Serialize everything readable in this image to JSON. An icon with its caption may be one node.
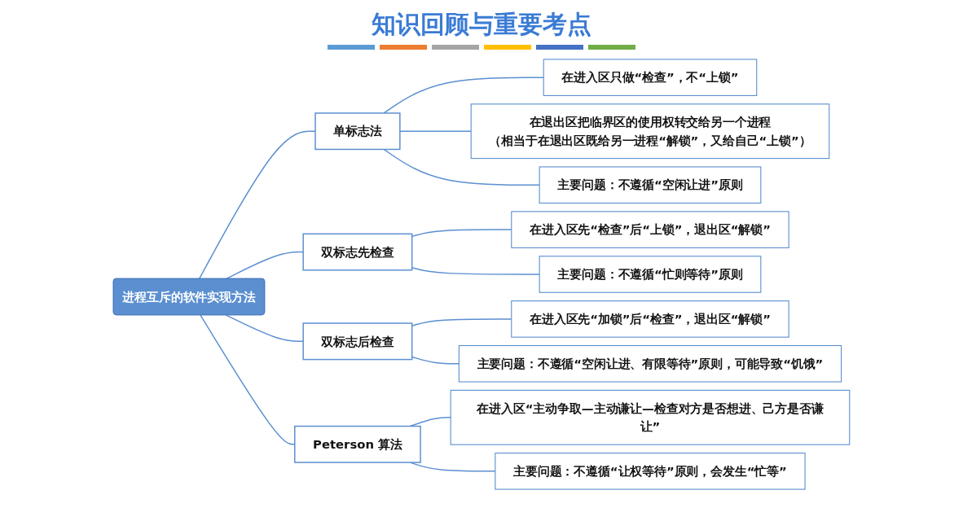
{
  "diagram": {
    "title": "知识回顾与重要考点",
    "nodes": [
      {
        "text": [
          "进程互斥的软件实现方法"
        ]
      },
      {
        "text": [
          "单标志法"
        ]
      },
      {
        "text": [
          "在进入区只做“检查”，不“上锁”"
        ]
      },
      {
        "text": [
          "在退出区把临界区的使用权转交给另一个进程",
          "（相当于在退出区既给另一进程“解锁”，又给自己“上锁”）"
        ]
      },
      {
        "text": [
          "主要问题：不遵循“空闲让进”原则"
        ]
      },
      {
        "text": [
          "双标志先检查"
        ]
      },
      {
        "text": [
          "在进入区先“检查”后“上锁”，退出区“解锁”"
        ]
      },
      {
        "text": [
          "主要问题：不遵循“忙则等待”原则"
        ]
      },
      {
        "text": [
          "双标志后检查"
        ]
      },
      {
        "text": [
          "在进入区先“加锁”后“检查”，退出区“解锁”"
        ]
      },
      {
        "text": [
          "主要问题：不遵循“空闲让进、有限等待”原则，可能导致“饥饿”"
        ]
      },
      {
        "text": [
          "Peterson 算法"
        ]
      },
      {
        "text": [
          "在进入区“主动争取—主动谦让—检查对方是否想进、己方是否谦让”"
        ]
      },
      {
        "text": [
          "主要问题：不遵循“让权等待”原则，会发生“忙等”"
        ]
      }
    ],
    "edges": [
      {
        "from": 0,
        "to": 1,
        "arrow": "none"
      },
      {
        "from": 0,
        "to": 5,
        "arrow": "none"
      },
      {
        "from": 0,
        "to": 8,
        "arrow": "none"
      },
      {
        "from": 0,
        "to": 11,
        "arrow": "none"
      },
      {
        "from": 1,
        "to": 2,
        "arrow": "none"
      },
      {
        "from": 1,
        "to": 3,
        "arrow": "none"
      },
      {
        "from": 1,
        "to": 4,
        "arrow": "none"
      },
      {
        "from": 5,
        "to": 6,
        "arrow": "none"
      },
      {
        "from": 5,
        "to": 7,
        "arrow": "none"
      },
      {
        "from": 8,
        "to": 9,
        "arrow": "none"
      },
      {
        "from": 8,
        "to": 10,
        "arrow": "none"
      },
      {
        "from": 11,
        "to": 12,
        "arrow": "none"
      },
      {
        "from": 11,
        "to": 13,
        "arrow": "none"
      }
    ]
  }
}
